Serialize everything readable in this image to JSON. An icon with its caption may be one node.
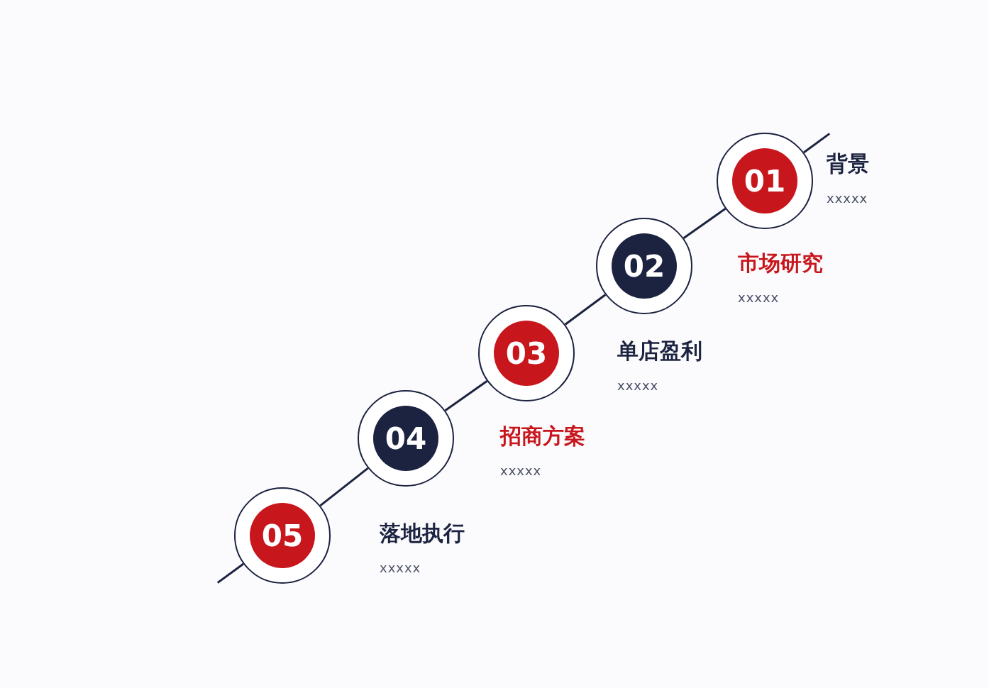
{
  "diagram": {
    "nodes": [
      {
        "text": [
          "01"
        ],
        "beside": [
          "背景",
          "xxxxx"
        ]
      },
      {
        "text": [
          "02"
        ],
        "beside": [
          "市场研究",
          "xxxxx"
        ]
      },
      {
        "text": [
          "03"
        ],
        "beside": [
          "单店盈利",
          "xxxxx"
        ]
      },
      {
        "text": [
          "04"
        ],
        "beside": [
          "招商方案",
          "xxxxx"
        ]
      },
      {
        "text": [
          "05"
        ],
        "beside": [
          "落地执行",
          "xxxxx"
        ]
      }
    ],
    "edges": [
      {
        "from": 0,
        "to": 1,
        "arrow": "none"
      },
      {
        "from": 1,
        "to": 2,
        "arrow": "none"
      },
      {
        "from": 2,
        "to": 3,
        "arrow": "none"
      },
      {
        "from": 3,
        "to": 4,
        "arrow": "none"
      }
    ]
  }
}
